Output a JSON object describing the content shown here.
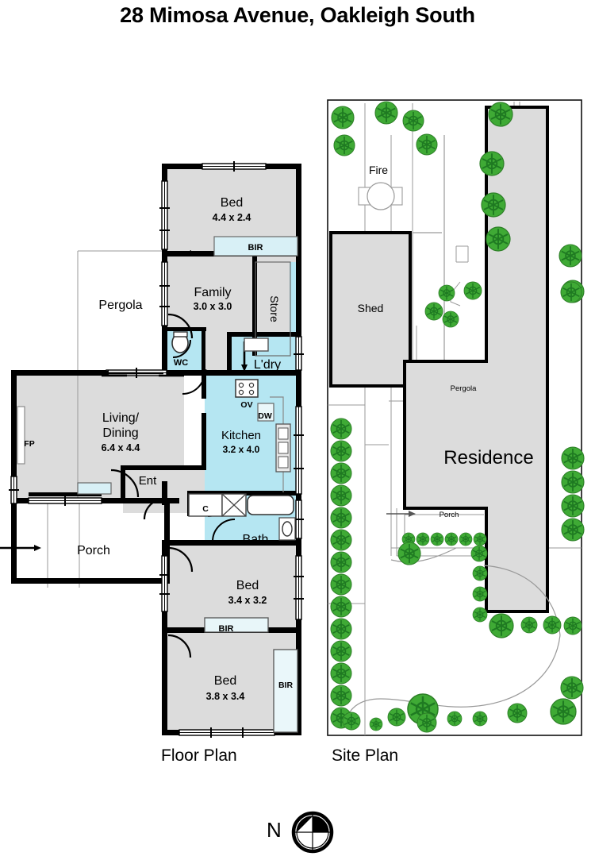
{
  "title": "28 Mimosa Avenue, Oakleigh South",
  "captions": {
    "floor_plan": "Floor Plan",
    "site_plan": "Site Plan"
  },
  "compass": {
    "north_label": "N",
    "icon": "compass-rose-icon"
  },
  "colors": {
    "wall": "#000000",
    "room_fill": "#dcdcdc",
    "wet_area_fill": "#b5e6f2",
    "tree_fill": "#3faa35",
    "tree_detail": "#1f7a22",
    "thin_line": "#999999",
    "background": "#ffffff"
  },
  "floor_plan": {
    "rooms": [
      {
        "name": "bed-top",
        "label": "Bed",
        "dims": "4.4 x 2.4",
        "fill": "room_fill"
      },
      {
        "name": "family",
        "label": "Family",
        "dims": "3.0 x 3.0",
        "fill": "room_fill"
      },
      {
        "name": "living-dining",
        "label": "Living/",
        "label2": "Dining",
        "dims": "6.4 x 4.4",
        "fill": "room_fill"
      },
      {
        "name": "kitchen",
        "label": "Kitchen",
        "dims": "3.2 x 4.0",
        "fill": "wet_area_fill"
      },
      {
        "name": "bed-middle",
        "label": "Bed",
        "dims": "3.4 x 3.2",
        "fill": "room_fill"
      },
      {
        "name": "bed-bottom",
        "label": "Bed",
        "dims": "3.8 x 3.4",
        "fill": "room_fill"
      },
      {
        "name": "bath",
        "label": "Bath",
        "dims": "",
        "fill": "wet_area_fill"
      },
      {
        "name": "laundry",
        "label": "L'dry",
        "dims": "",
        "fill": "wet_area_fill"
      },
      {
        "name": "wc",
        "label": "WC",
        "dims": "",
        "fill": "wet_area_fill"
      },
      {
        "name": "store",
        "label": "Store",
        "dims": "",
        "fill": "wet_area_fill"
      },
      {
        "name": "entry",
        "label": "Ent",
        "dims": "",
        "fill": "room_fill"
      },
      {
        "name": "porch",
        "label": "Porch",
        "dims": "",
        "fill": "background"
      },
      {
        "name": "pergola",
        "label": "Pergola",
        "dims": "",
        "fill": "background"
      }
    ],
    "annotations": {
      "fireplace": "FP",
      "oven": "OV",
      "dishwasher": "DW",
      "closet": "C",
      "bir_bed_top": "BIR",
      "bir_bed_middle": "BIR",
      "bir_bed_bottom": "BIR"
    }
  },
  "site_plan": {
    "labels": {
      "fire": "Fire",
      "shed": "Shed",
      "pergola": "Pergola",
      "residence": "Residence",
      "porch": "Porch"
    }
  }
}
